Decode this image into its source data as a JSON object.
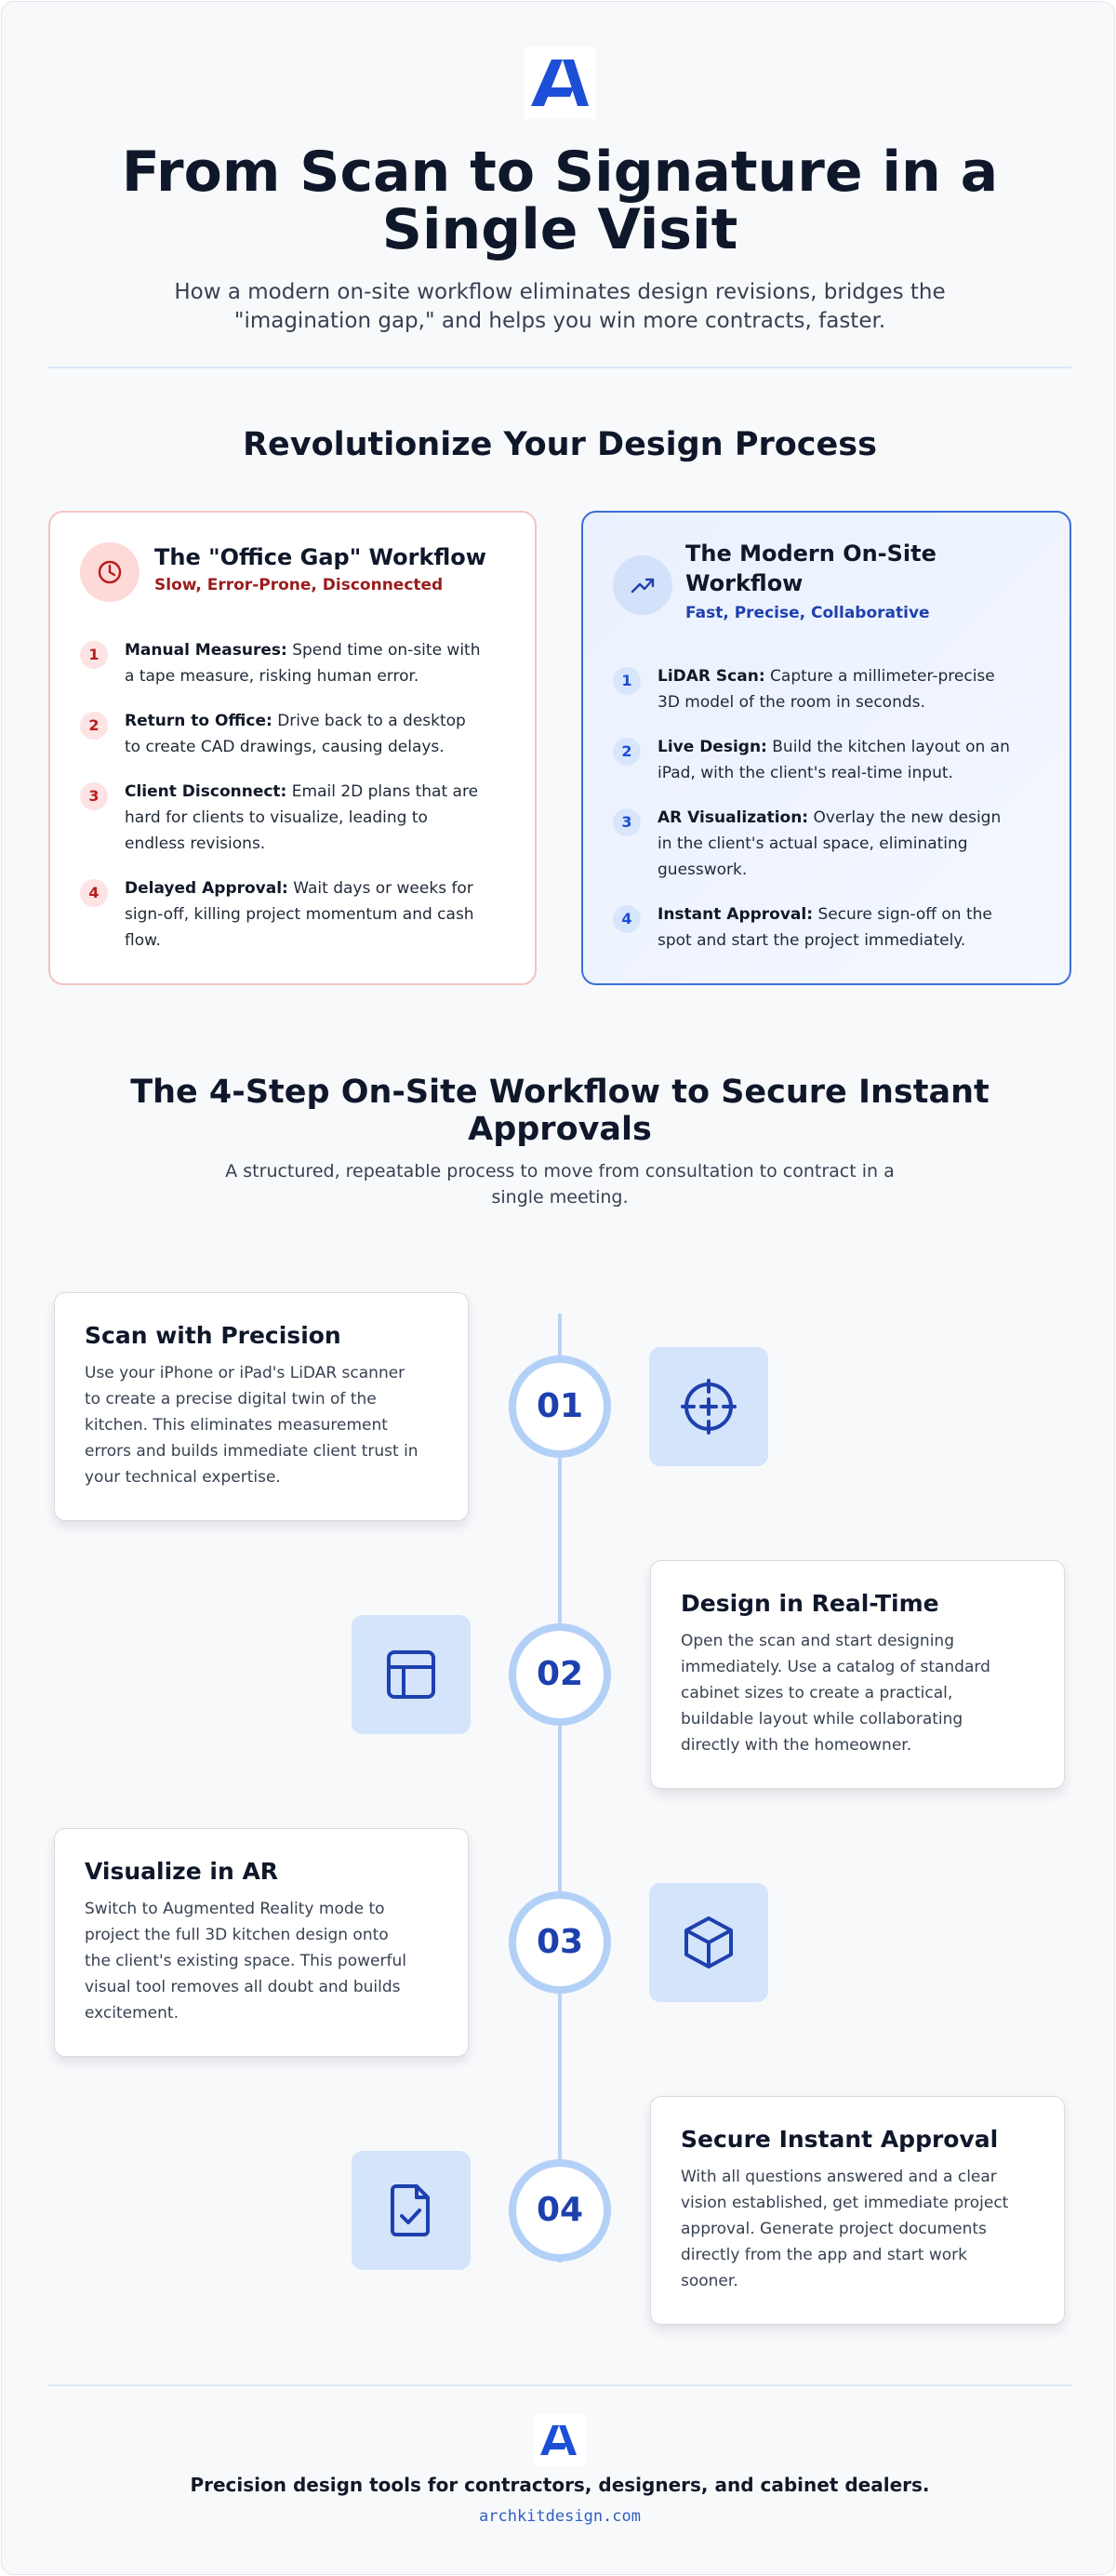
{
  "header": {
    "title_line1": "From Scan to Signature in a",
    "title_line2": "Single Visit",
    "subtitle_line1": "How a modern on-site workflow eliminates design revisions, bridges the",
    "subtitle_line2": "\"imagination gap,\" and helps you win more contracts, faster."
  },
  "comparison": {
    "title": "Revolutionize Your Design Process",
    "old": {
      "title": "The \"Office Gap\" Workflow",
      "tagline": "Slow, Error-Prone, Disconnected",
      "icon": "clock-icon",
      "items": [
        {
          "num": "1",
          "label": "Manual Measures:",
          "line1": "Spend time on-site with",
          "line2": "a tape measure, risking human error.",
          "line3": ""
        },
        {
          "num": "2",
          "label": "Return to Office:",
          "line1": "Drive back to a desktop",
          "line2": "to create CAD drawings, causing delays.",
          "line3": ""
        },
        {
          "num": "3",
          "label": "Client Disconnect:",
          "line1": "Email 2D plans that are",
          "line2": "hard for clients to visualize, leading to",
          "line3": "endless revisions."
        },
        {
          "num": "4",
          "label": "Delayed Approval:",
          "line1": "Wait days or weeks for",
          "line2": "sign-off, killing project momentum and cash",
          "line3": "flow."
        }
      ]
    },
    "new": {
      "title_line1": "The Modern On-Site",
      "title_line2": "Workflow",
      "tagline": "Fast, Precise, Collaborative",
      "icon": "trending-up-icon",
      "items": [
        {
          "num": "1",
          "label": "LiDAR Scan:",
          "line1": "Capture a millimeter-precise",
          "line2": "3D model of the room in seconds.",
          "line3": ""
        },
        {
          "num": "2",
          "label": "Live Design:",
          "line1": "Build the kitchen layout on an",
          "line2": "iPad, with the client's real-time input.",
          "line3": ""
        },
        {
          "num": "3",
          "label": "AR Visualization:",
          "line1": "Overlay the new design",
          "line2": "in the client's actual space, eliminating",
          "line3": "guesswork."
        },
        {
          "num": "4",
          "label": "Instant Approval:",
          "line1": "Secure sign-off on the",
          "line2": "spot and start the project immediately.",
          "line3": ""
        }
      ]
    }
  },
  "steps_section": {
    "title_line1": "The 4-Step On-Site Workflow to Secure Instant",
    "title_line2": "Approvals",
    "subtitle_line1": "A structured, repeatable process to move from consultation to contract in a",
    "subtitle_line2": "single meeting.",
    "steps": [
      {
        "num": "01",
        "title": "Scan with Precision",
        "icon": "crosshair-icon",
        "lines": [
          "Use your iPhone or iPad's LiDAR scanner",
          "to create a precise digital twin of the",
          "kitchen. This eliminates measurement",
          "errors and builds immediate client trust in",
          "your technical expertise."
        ]
      },
      {
        "num": "02",
        "title": "Design in Real-Time",
        "icon": "layout-icon",
        "lines": [
          "Open the scan and start designing",
          "immediately. Use a catalog of standard",
          "cabinet sizes to create a practical,",
          "buildable layout while collaborating",
          "directly with the homeowner."
        ]
      },
      {
        "num": "03",
        "title": "Visualize in AR",
        "icon": "cube-icon",
        "lines": [
          "Switch to Augmented Reality mode to",
          "project the full 3D kitchen design onto",
          "the client's existing space. This powerful",
          "visual tool removes all doubt and builds",
          "excitement."
        ]
      },
      {
        "num": "04",
        "title": "Secure Instant Approval",
        "icon": "file-check-icon",
        "lines": [
          "With all questions answered and a clear",
          "vision established, get immediate project",
          "approval. Generate project documents",
          "directly from the app and start work",
          "sooner."
        ]
      }
    ]
  },
  "footer": {
    "tagline": "Precision design tools for contractors, designers, and cabinet dealers.",
    "url": "archkitdesign.com"
  },
  "colors": {
    "brand_blue": "#1d4ed8",
    "old_accent": "#b91c1c",
    "timeline": "#b3d0f7"
  }
}
